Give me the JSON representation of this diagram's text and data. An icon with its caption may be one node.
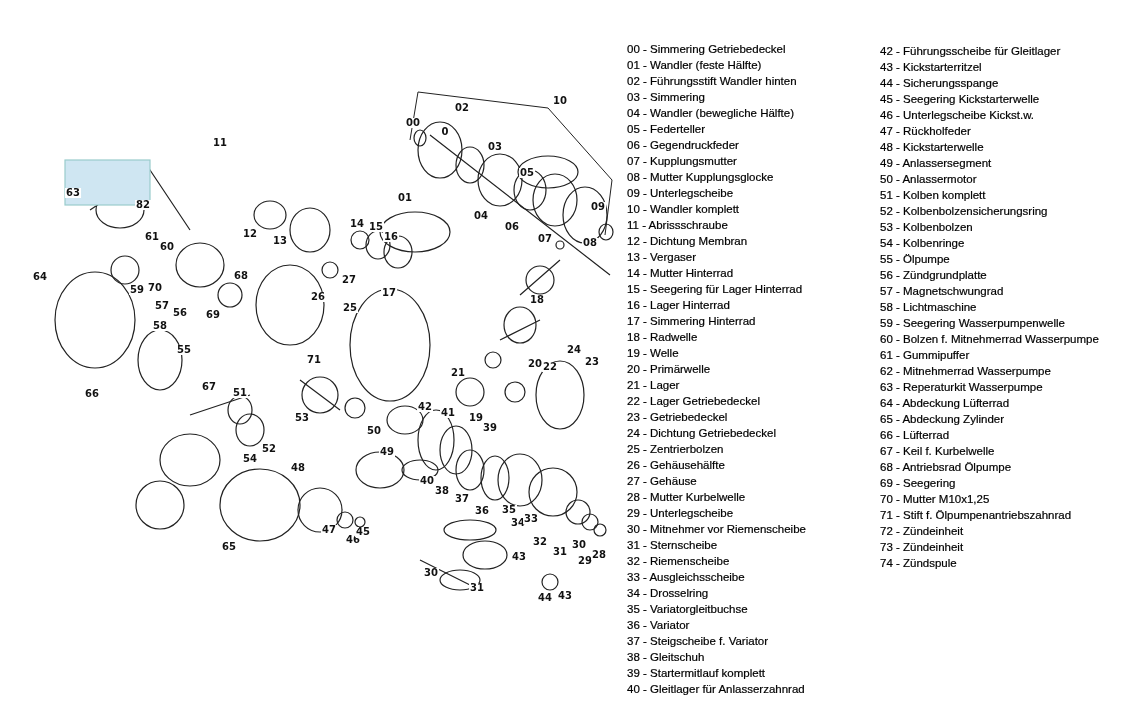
{
  "diagram": {
    "labels": [
      "10",
      "02",
      "00",
      "0",
      "11",
      "03",
      "05",
      "01",
      "04",
      "09",
      "06",
      "07",
      "08",
      "14",
      "15",
      "16",
      "12",
      "13",
      "63",
      "82",
      "61",
      "60",
      "59",
      "70",
      "68",
      "57",
      "56",
      "69",
      "58",
      "64",
      "27",
      "26",
      "25",
      "17",
      "18",
      "55",
      "71",
      "24",
      "23",
      "20",
      "22",
      "21",
      "67",
      "51",
      "66",
      "19",
      "42",
      "41",
      "39",
      "53",
      "50",
      "52",
      "54",
      "49",
      "40",
      "38",
      "37",
      "48",
      "36",
      "35",
      "34",
      "33",
      "32",
      "31",
      "30",
      "29",
      "28",
      "47",
      "46",
      "45",
      "65",
      "43",
      "30",
      "31",
      "44",
      "43",
      "00 - Simmering Getriebedeckel",
      "01 - Wandler (feste Hälfte)",
      "02 - Führungsstift Wandler hinten",
      "03 - Simmering",
      "04 - Wandler (bewegliche Hälfte)",
      "05 - Federteller",
      "06 - Gegendruckfeder",
      "07 - Kupplungsmutter",
      "08 - Mutter Kupplungsglocke",
      "09 - Unterlegscheibe",
      "10 - Wandler komplett",
      "11 - Abrissschraube",
      "12 - Dichtung Membran",
      "13 - Vergaser",
      "14 - Mutter Hinterrad",
      "15 - Seegering für Lager Hinterrad",
      "16 - Lager Hinterrad",
      "17 - Simmering Hinterrad",
      "18 - Radwelle",
      "19 - Welle",
      "20 - Primärwelle",
      "21 - Lager",
      "22 - Lager Getriebedeckel",
      "23 - Getriebedeckel",
      "24 - Dichtung Getriebedeckel",
      "25 - Zentrierbolzen",
      "26 - Gehäusehälfte",
      "27 - Gehäuse",
      "28 - Mutter Kurbelwelle",
      "29 - Unterlegscheibe",
      "30 - Mitnehmer vor Riemenscheibe",
      "31 - Sternscheibe",
      "32 - Riemenscheibe",
      "33 - Ausgleichsscheibe",
      "34 - Drosselring",
      "35 - Variatorgleitbuchse",
      "36 - Variator",
      "37 - Steigscheibe f. Variator",
      "38 - Gleitschuh",
      "39 - Startermitlauf komplett",
      "40 - Gleitlager für Anlasserzahnrad",
      "42 - Führungsscheibe für Gleitlager",
      "43 - Kickstarterritzel",
      "44 - Sicherungsspange",
      "45 - Seegering Kickstarterwelle",
      "46 - Unterlegscheibe Kickst.w.",
      "47 - Rückholfeder",
      "48 - Kickstarterwelle",
      "49 - Anlassersegment",
      "50 - Anlassermotor",
      "51 - Kolben komplett",
      "52 - Kolbenbolzensicherungsring",
      "53 - Kolbenbolzen",
      "54 - Kolbenringe",
      "55 - Ölpumpe",
      "56 - Zündgrundplatte",
      "57 - Magnetschwungrad",
      "58 - Lichtmaschine",
      "59 - Seegering Wasserpumpenwelle",
      "60 - Bolzen f. Mitnehmerrad Wasserpumpe",
      "61 - Gummipuffer",
      "62 - Mitnehmerrad Wasserpumpe",
      "63 - Reperaturkit Wasserpumpe",
      "64 - Abdeckung Lüfterrad",
      "65 - Abdeckung Zylinder",
      "66 - Lüfterrad",
      "67 - Keil f. Kurbelwelle",
      "68 - Antriebsrad Ölpumpe",
      "69 - Seegering",
      "70 - Mutter M10x1,25",
      "71 - Stift f. Ölpumpenantriebszahnrad",
      "72 - Zündeinheit",
      "73 - Zündeinheit",
      "74 - Zündspule"
    ]
  }
}
